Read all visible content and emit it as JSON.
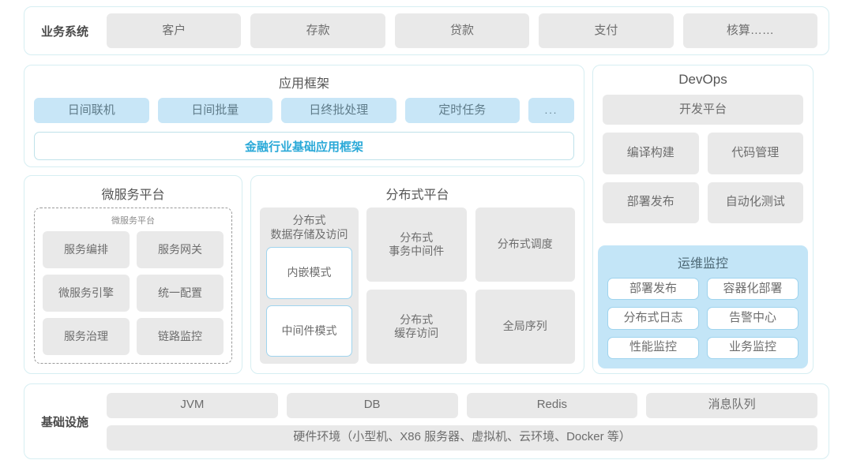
{
  "business_system": {
    "label": "业务系统",
    "items": [
      "客户",
      "存款",
      "贷款",
      "支付",
      "核算……"
    ]
  },
  "app_framework": {
    "title": "应用框架",
    "items": [
      "日间联机",
      "日间批量",
      "日终批处理",
      "定时任务"
    ],
    "more": "...",
    "base_framework": "金融行业基础应用框架"
  },
  "microservice_platform": {
    "title": "微服务平台",
    "sub_title": "微服务平台",
    "items": [
      "服务编排",
      "服务网关",
      "微服务引擎",
      "统一配置",
      "服务治理",
      "链路监控"
    ]
  },
  "distributed_platform": {
    "title": "分布式平台",
    "storage": {
      "title": "分布式\n数据存储及访问",
      "title_line1": "分布式",
      "title_line2": "数据存储及访问",
      "modes": [
        "内嵌模式",
        "中间件模式"
      ]
    },
    "items": [
      {
        "line1": "分布式",
        "line2": "事务中间件"
      },
      {
        "line1": "分布式调度",
        "line2": ""
      },
      {
        "line1": "分布式",
        "line2": "缓存访问"
      },
      {
        "line1": "全局序列",
        "line2": ""
      }
    ]
  },
  "devops": {
    "title": "DevOps",
    "platform": "开发平台",
    "items": [
      "编译构建",
      "代码管理",
      "部署发布",
      "自动化测试"
    ]
  },
  "ops_monitoring": {
    "title": "运维监控",
    "items": [
      "部署发布",
      "容器化部署",
      "分布式日志",
      "告警中心",
      "性能监控",
      "业务监控"
    ]
  },
  "infrastructure": {
    "label": "基础设施",
    "items": [
      "JVM",
      "DB",
      "Redis",
      "消息队列"
    ],
    "hardware": "硬件环境（小型机、X86 服务器、虚拟机、云环境、Docker 等）"
  },
  "colors": {
    "panel_border": "#d6eef2",
    "chip_grey": "#e9e9e9",
    "chip_blue": "#c8e6f7",
    "accent_blue": "#2aa9d8",
    "ops_bg": "#c3e5f7",
    "text_grey": "#6d6d6d",
    "label_dark": "#4a4a4a"
  }
}
